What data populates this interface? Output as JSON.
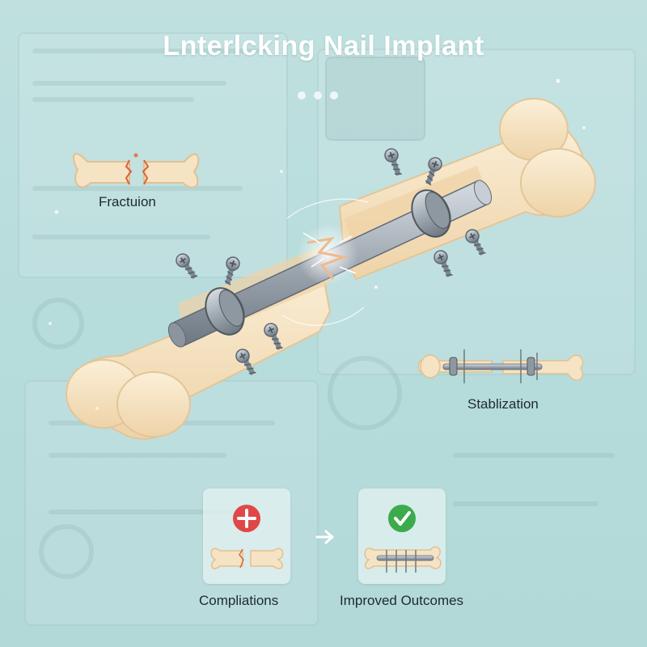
{
  "title": "Lnterlcking Nail Implant",
  "labels": {
    "fracture": "Fractuion",
    "stabilization": "Stablization",
    "complications": "Compliations",
    "improved": "Improved Outcomes"
  },
  "colors": {
    "background": "#b7dcdc",
    "bone": "#f4e3c4",
    "bone_shade": "#e9cfa6",
    "nail": "#9aa3ab",
    "plus_badge": "#e04848",
    "check_badge": "#3cab4c"
  },
  "icons": [
    "fractured-bone-icon",
    "stabilized-bone-icon",
    "plus-icon",
    "check-icon",
    "arrow-right-icon"
  ]
}
